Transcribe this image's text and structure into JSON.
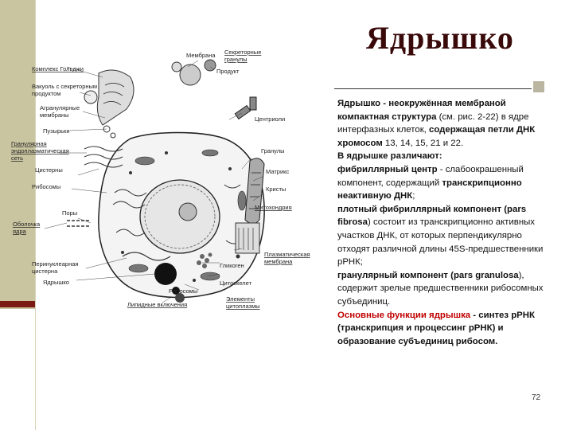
{
  "slide": {
    "title": "Ядрышко",
    "page_number": "72"
  },
  "figure": {
    "labels": {
      "membrane": "Мембрана",
      "secretory_granules_1": "Секреторные",
      "secretory_granules_2": "гранулы",
      "product": "Продукт",
      "golgi": "Комплекс Гольджи",
      "vacuole_1": "Вакуоль с секреторным",
      "vacuole_2": "продуктом",
      "agranular_1": "Агранулярные",
      "agranular_2": "мембраны",
      "vesicles": "Пузырьки",
      "centrioles": "Центриоли",
      "granular_er_1": "Гранулярная",
      "granular_er_2": "эндоплазматическая",
      "granular_er_3": "сеть",
      "granules": "Гранулы",
      "cisterns": "Цистерны",
      "matrix": "Матрикс",
      "ribosomes_left": "Рибосомы",
      "cristae": "Кристы",
      "mitochondrion": "Митохондрия",
      "pores": "Поры",
      "nuclear_envelope_1": "Оболочка",
      "nuclear_envelope_2": "ядра",
      "plasma_membrane_1": "Плазматическая",
      "plasma_membrane_2": "мембрана",
      "perinuclear_1": "Перинуклеарная",
      "perinuclear_2": "цистерна",
      "glycogen": "Гликоген",
      "nucleolus": "Ядрышко",
      "cytoskeleton": "Цитоскелет",
      "ribosomes_bottom": "Рибосомы",
      "lipid_inclusions": "Липидные включения",
      "cytoplasm_elements_1": "Элементы",
      "cytoplasm_elements_2": "цитоплазмы"
    }
  },
  "text": {
    "p1_b1": "Ядрышко - неокружённая мембраной компактная структура",
    "p1_r1": " (см. рис. 2-22) в ядре интерфазных клеток, ",
    "p1_b2": "содержащая петли ДНК хромосом",
    "p1_r2": " 13, 14, 15, 21 и 22.",
    "p2_b": "В ядрышке различают:",
    "p3_b": "фибриллярный центр",
    "p3_r1": " - слабоокрашенный компонент, содержащий ",
    "p3_b2": "транскрипционно неактивную ДНК",
    "p3_r2": ";",
    "p4_b": "плотный фибриллярный компонент (pars fibrosa",
    "p4_r": ") состоит из транскрипционно активных участков ДНК, от которых перпендикулярно отходят различной длины 45S-предшественники рРНК;",
    "p5_b": "гранулярный компонент (pars granulosa",
    "p5_r": "), содержит зрелые предшественники рибосомных субъединиц.",
    "p6_red": "Основные функции ядрышка",
    "p6_b": " - синтез рРНК (транскрипция и процессинг рРНК) и образование субъединиц рибосом."
  },
  "colors": {
    "title": "#3a0a0a",
    "band": "#c9c5a0",
    "band_dark": "#7a1a12",
    "highlight_red": "#c00000"
  }
}
